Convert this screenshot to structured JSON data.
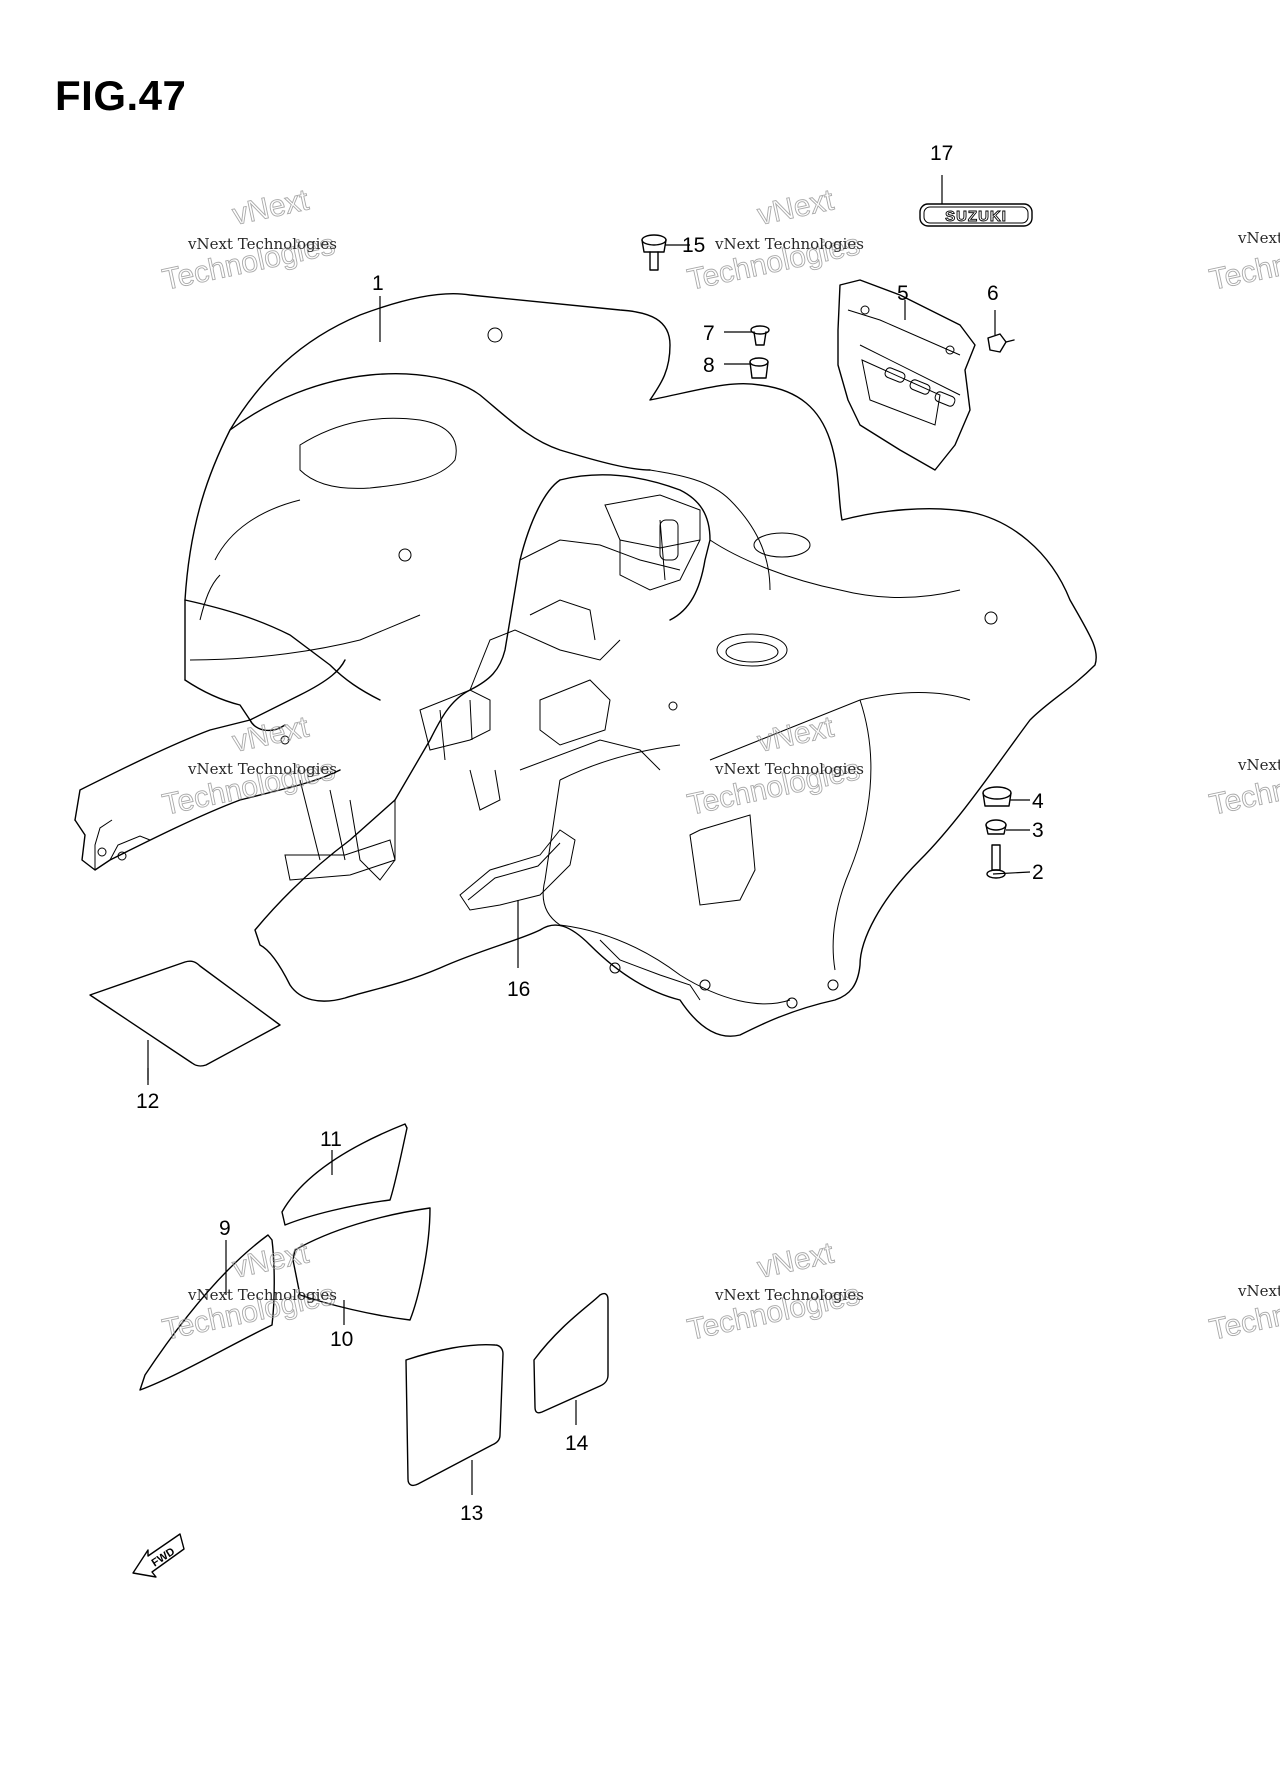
{
  "figure": {
    "title": "FIG.47"
  },
  "emblem": {
    "text": "SUZUKI"
  },
  "direction_marker": {
    "text": "FWD"
  },
  "part_labels": [
    "1",
    "2",
    "3",
    "4",
    "5",
    "6",
    "7",
    "8",
    "9",
    "10",
    "11",
    "12",
    "13",
    "14",
    "15",
    "16",
    "17"
  ],
  "watermark": {
    "line1": "vNext Technologies",
    "line2": "vNext",
    "line3": "Technologies"
  }
}
